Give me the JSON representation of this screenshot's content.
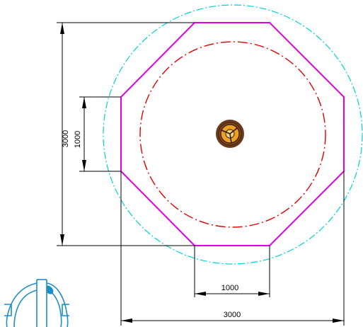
{
  "dimensions": {
    "vertical_overall": "3000",
    "vertical_side": "1000",
    "horizontal_side": "1000",
    "horizontal_overall": "3000"
  },
  "colors": {
    "octagon_outline": "#e000e0",
    "outer_circle_dashdot": "#00d0d8",
    "inner_circle_dashdot": "#e00000",
    "dimension_lines": "#000000",
    "center_fixture_ring": "#6b3a1a",
    "center_fixture_fill": "#e8a020",
    "corner_fixture": "#1c8ec8"
  },
  "icons": {
    "center_fixture": "manhole-cover-icon",
    "corner_fixture": "bench-icon"
  }
}
